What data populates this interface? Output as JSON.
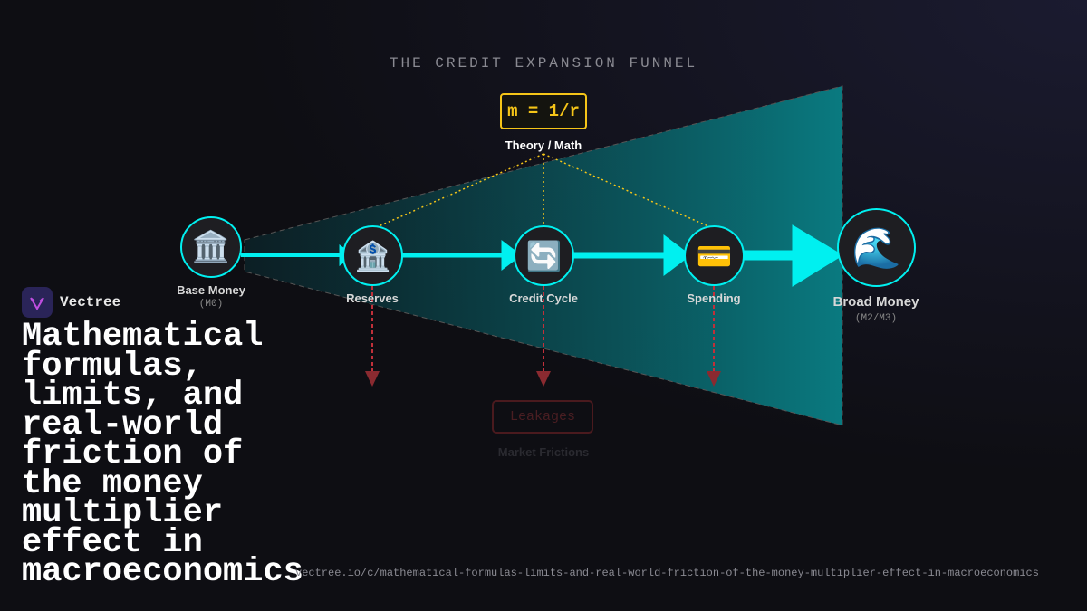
{
  "title": "THE CREDIT EXPANSION FUNNEL",
  "formula": {
    "text": "m = 1/r",
    "label": "Theory / Math"
  },
  "nodes": [
    {
      "label": "Base Money",
      "sub": "(M0)",
      "icon": "🏛️",
      "icon_name": "classical-building-icon"
    },
    {
      "label": "Reserves",
      "icon": "🏦",
      "icon_name": "bank-icon"
    },
    {
      "label": "Credit Cycle",
      "icon": "🔄",
      "icon_name": "cycle-arrows-icon"
    },
    {
      "label": "Spending",
      "icon": "💳",
      "icon_name": "credit-card-icon"
    },
    {
      "label": "Broad Money",
      "sub": "(M2/M3)",
      "icon": "🌊",
      "icon_name": "wave-icon"
    }
  ],
  "leakages": {
    "label": "Leakages",
    "sub": "Market Frictions"
  },
  "brand": "Vectree",
  "headline": "Mathematical formulas, limits, and real-world friction of the money multiplier effect in macroeconomics",
  "url": "vectree.io/c/mathematical-formulas-limits-and-real-world-friction-of-the-money-multiplier-effect-in-macroeconomics",
  "colors": {
    "flow": "#00f0f0",
    "theory": "#f5c518",
    "leak": "#c0303a",
    "funnel": "#0a7a80"
  }
}
